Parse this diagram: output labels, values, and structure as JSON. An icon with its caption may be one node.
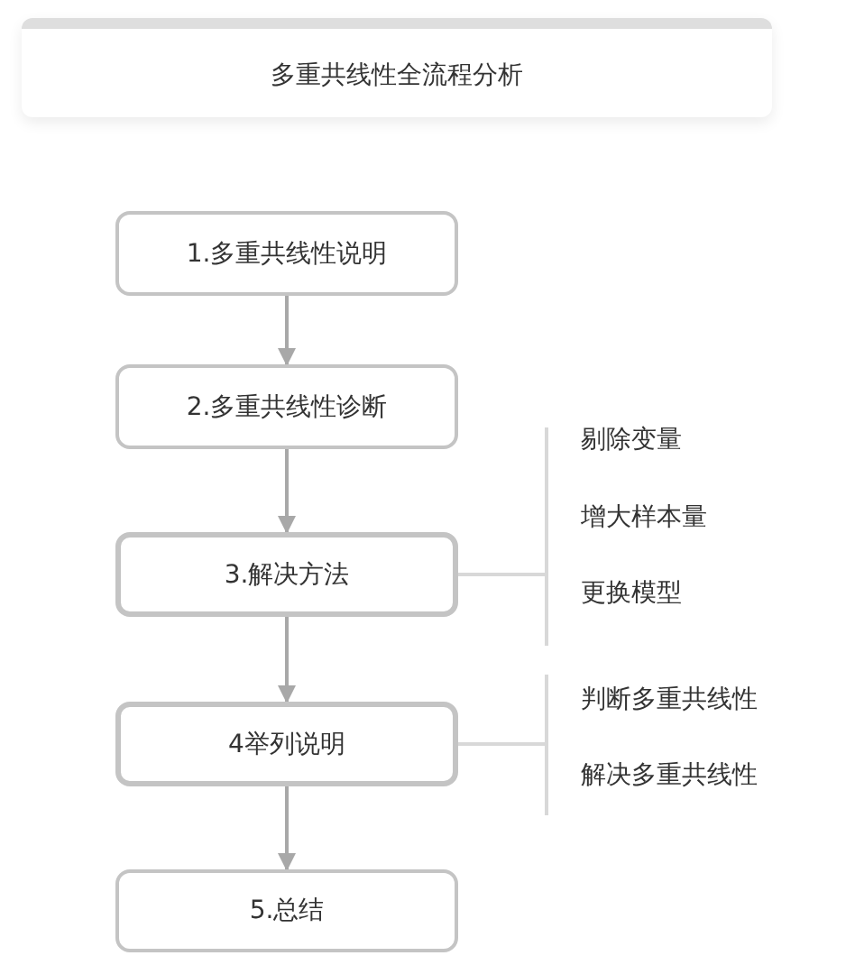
{
  "diagram": {
    "title": "多重共线性全流程分析",
    "nodes": [
      {
        "text": [
          "1.多重共线性说明"
        ]
      },
      {
        "text": [
          "2.多重共线性诊断"
        ]
      },
      {
        "text": [
          "3.解决方法"
        ]
      },
      {
        "text": [
          "4举列说明"
        ]
      },
      {
        "text": [
          "5.总结"
        ]
      }
    ],
    "edges": [
      {
        "from": 0,
        "to": 1,
        "arrow": "to"
      },
      {
        "from": 1,
        "to": 2,
        "arrow": "to"
      },
      {
        "from": 2,
        "to": 3,
        "arrow": "to"
      },
      {
        "from": 3,
        "to": 4,
        "arrow": "to"
      }
    ],
    "labels": [
      "剔除变量",
      "增大样本量",
      "更换模型",
      "判断多重共线性",
      "解决多重共线性"
    ]
  }
}
